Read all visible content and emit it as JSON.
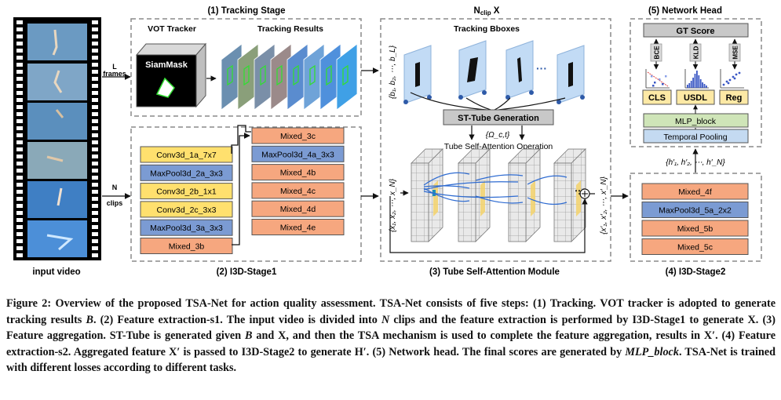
{
  "input_video": {
    "label": "input video"
  },
  "arrows": {
    "l_frames_1": "L",
    "l_frames_2": "frames",
    "n_clips_1": "N",
    "n_clips_2": "clips"
  },
  "tracking_stage": {
    "title": "(1) Tracking Stage",
    "vot_tracker": "VOT Tracker",
    "tracking_results": "Tracking Results",
    "siammask": "SiamMask"
  },
  "i3d_stage1": {
    "title": "(2) I3D-Stage1",
    "col1": [
      "Conv3d_1a_7x7",
      "MaxPool3d_2a_3x3",
      "Conv3d_2b_1x1",
      "Conv3d_2c_3x3",
      "MaxPool3d_3a_3x3",
      "Mixed_3b"
    ],
    "col2": [
      "Mixed_3c",
      "MaxPool3d_4a_3x3",
      "Mixed_4b",
      "Mixed_4c",
      "Mixed_4d",
      "Mixed_4e"
    ]
  },
  "tsa_module": {
    "top_label": "N",
    "top_label_sub": "clip",
    "top_label_suffix": " X",
    "tracking_bboxes": "Tracking Bboxes",
    "bbox_set": "{b₁, b₂, ⋯, b_L}",
    "ellipsis": "···",
    "st_tube": "ST-Tube Generation",
    "omega": "{Ω_c,t}",
    "tsa_op": "Tube Self-Attention Operation",
    "x_set": "{x₁, x₂, ⋯, x_N}",
    "x_prime_set": "{x′₁, x′₂, ⋯, x′_N}",
    "title": "(3) Tube Self-Attention Module"
  },
  "network_head": {
    "title": "(5) Network Head",
    "gt_score": "GT Score",
    "losses": [
      "BCE",
      "KLD",
      "MSE"
    ],
    "heads": [
      "CLS",
      "USDL",
      "Reg"
    ],
    "mlp": "MLP_block",
    "pooling": "Temporal Pooling",
    "h_prime_set": "{h′₁, h′₂, ⋯, h′_N}"
  },
  "i3d_stage2": {
    "title": "(4) I3D-Stage2",
    "blocks": [
      "Mixed_4f",
      "MaxPool3d_5a_2x2",
      "Mixed_5b",
      "Mixed_5c"
    ]
  },
  "caption": {
    "p1": "Figure 2: Overview of the proposed TSA-Net for action quality assessment. TSA-Net consists of five steps: (1) Tracking. VOT tracker is adopted to generate tracking results ",
    "b": "B",
    "p2": ". (2) Feature extraction-s1. The input video is divided into ",
    "n": "N",
    "p3": " clips and the feature extraction is performed by I3D-Stage1 to generate X. (3) Feature aggregation. ST-Tube is generated given ",
    "b2": "B",
    "p4": " and X, and then the TSA mechanism is used to complete the feature aggregation, results in X′. (4) Feature extraction-s2. Aggregated feature X′ is passed to I3D-Stage2 to generate H′. (5) Network head. The final scores are generated by ",
    "mlp": "MLP_block",
    "p5": ". TSA-Net is trained with different losses according to different tasks."
  },
  "colors": {
    "yellow": "#ffe06e",
    "blue": "#7b9bd3",
    "orange": "#f6a77f",
    "gray": "#cfcfcf",
    "green": "#cfe5b8",
    "lightblue": "#c4daf1",
    "head_yellow": "#fde9a5"
  }
}
